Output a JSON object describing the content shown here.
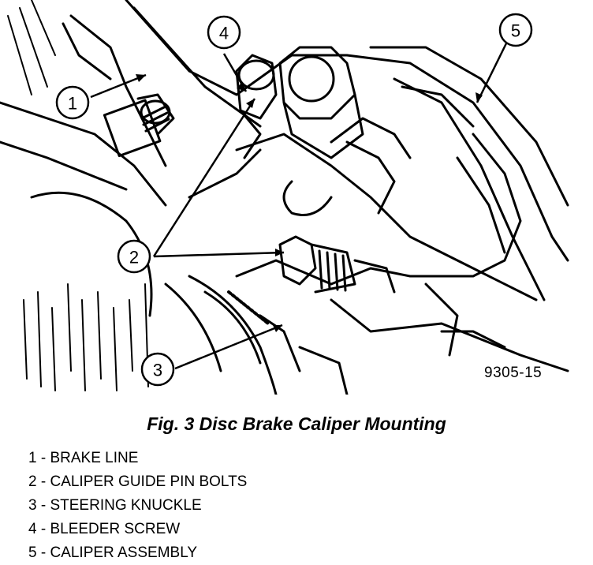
{
  "figure": {
    "code": "9305-15",
    "caption": "Fig. 3 Disc Brake Caliper Mounting"
  },
  "callouts": [
    "1",
    "2",
    "3",
    "4",
    "5"
  ],
  "legend": [
    {
      "num": "1",
      "label": "BRAKE LINE"
    },
    {
      "num": "2",
      "label": "CALIPER GUIDE PIN BOLTS"
    },
    {
      "num": "3",
      "label": "STEERING KNUCKLE"
    },
    {
      "num": "4",
      "label": "BLEEDER SCREW"
    },
    {
      "num": "5",
      "label": "CALIPER ASSEMBLY"
    }
  ]
}
